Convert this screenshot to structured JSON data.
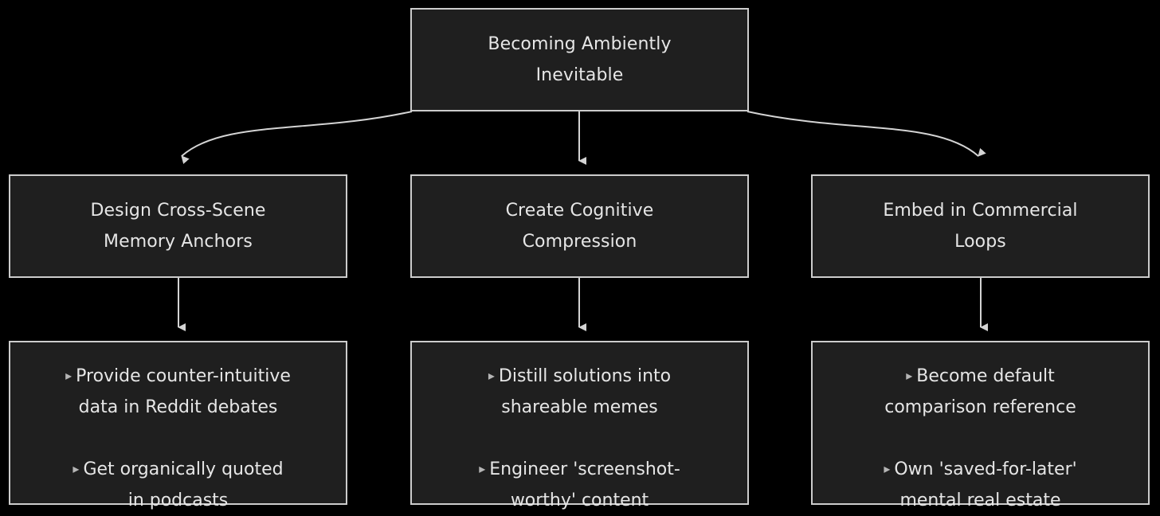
{
  "diagram": {
    "type": "flowchart",
    "direction": "top-down",
    "background_color": "#000000",
    "node_fill_color": "#1f1f1f",
    "node_border_color": "#cccccc",
    "text_color": "#e6e6e6",
    "edge_color": "#cccccc",
    "bullet_glyph": "▸",
    "root": {
      "id": "root",
      "label": "Becoming Ambiently\nInevitable"
    },
    "branches": [
      {
        "id": "branch-0",
        "label": "Design Cross-Scene\nMemory Anchors",
        "leaf": {
          "id": "leaf-0",
          "items": [
            "Provide counter-intuitive\ndata in Reddit debates",
            "Get organically quoted\nin podcasts"
          ]
        }
      },
      {
        "id": "branch-1",
        "label": "Create Cognitive\nCompression",
        "leaf": {
          "id": "leaf-1",
          "items": [
            "Distill solutions into\nshareable memes",
            "Engineer 'screenshot-\nworthy' content"
          ]
        }
      },
      {
        "id": "branch-2",
        "label": "Embed in Commercial\nLoops",
        "leaf": {
          "id": "leaf-2",
          "items": [
            "Become default\ncomparison reference",
            "Own 'saved-for-later'\nmental real estate"
          ]
        }
      }
    ],
    "edges": [
      {
        "id": "edge-root-branch-0",
        "from": "root",
        "to": "branch-0",
        "shape": "curved"
      },
      {
        "id": "edge-root-branch-1",
        "from": "root",
        "to": "branch-1",
        "shape": "straight"
      },
      {
        "id": "edge-root-branch-2",
        "from": "root",
        "to": "branch-2",
        "shape": "curved"
      },
      {
        "id": "edge-branch-0-leaf-0",
        "from": "branch-0",
        "to": "leaf-0",
        "shape": "straight"
      },
      {
        "id": "edge-branch-1-leaf-1",
        "from": "branch-1",
        "to": "leaf-1",
        "shape": "straight"
      },
      {
        "id": "edge-branch-2-leaf-2",
        "from": "branch-2",
        "to": "leaf-2",
        "shape": "straight"
      }
    ]
  }
}
